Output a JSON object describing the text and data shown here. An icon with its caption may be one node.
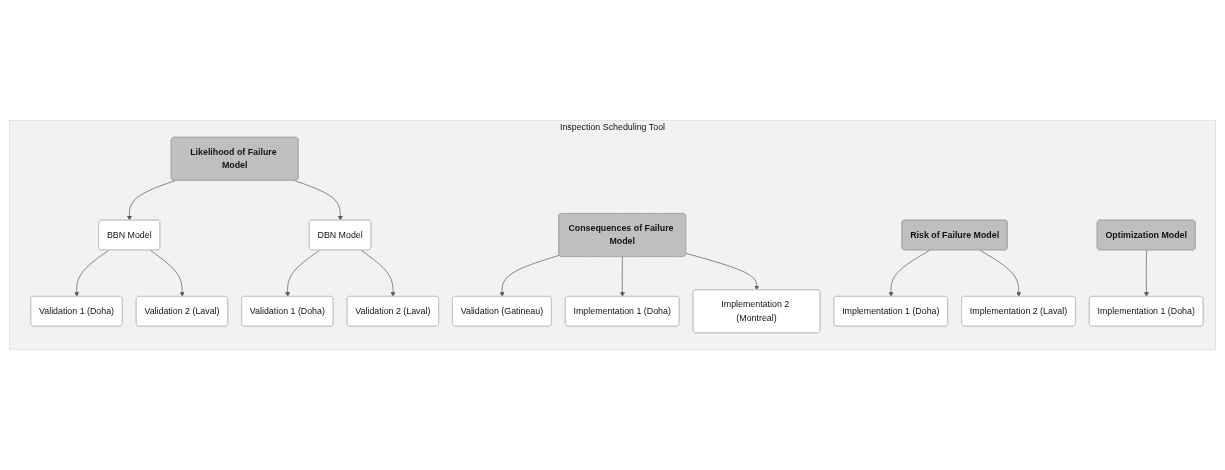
{
  "diagram": {
    "nodes": [
      {
        "text": [
          "Inspection Scheduling Tool"
        ]
      },
      {
        "text": [
          "Likelihood of Failure Model"
        ],
        "in": 0
      },
      {
        "text": [
          "BBN Model"
        ],
        "in": 0
      },
      {
        "text": [
          "Validation 1 (Doha)"
        ],
        "in": 0
      },
      {
        "text": [
          "Validation 2 (Laval)"
        ],
        "in": 0
      },
      {
        "text": [
          "DBN Model"
        ],
        "in": 0
      },
      {
        "text": [
          "Validation 1 (Doha)"
        ],
        "in": 0
      },
      {
        "text": [
          "Validation 2 (Laval)"
        ],
        "in": 0
      },
      {
        "text": [
          "Consequences of Failure Model"
        ],
        "in": 0
      },
      {
        "text": [
          "Validation (Gatineau)"
        ],
        "in": 0
      },
      {
        "text": [
          "Implementation 1 (Doha)"
        ],
        "in": 0
      },
      {
        "text": [
          "Implementation 2 (Montreal)"
        ],
        "in": 0
      },
      {
        "text": [
          "Risk of Failure Model"
        ],
        "in": 0
      },
      {
        "text": [
          "Implementation 1 (Doha)"
        ],
        "in": 0
      },
      {
        "text": [
          "Implementation 2 (Laval)"
        ],
        "in": 0
      },
      {
        "text": [
          "Optimization Model"
        ],
        "in": 0
      },
      {
        "text": [
          "Implementation 1 (Doha)"
        ],
        "in": 0
      }
    ],
    "edges": [
      {
        "from": 1,
        "to": 2,
        "arrow": "to"
      },
      {
        "from": 1,
        "to": 5,
        "arrow": "to"
      },
      {
        "from": 2,
        "to": 3,
        "arrow": "to"
      },
      {
        "from": 2,
        "to": 4,
        "arrow": "to"
      },
      {
        "from": 5,
        "to": 6,
        "arrow": "to"
      },
      {
        "from": 5,
        "to": 7,
        "arrow": "to"
      },
      {
        "from": 8,
        "to": 9,
        "arrow": "to"
      },
      {
        "from": 8,
        "to": 10,
        "arrow": "to"
      },
      {
        "from": 8,
        "to": 11,
        "arrow": "to"
      },
      {
        "from": 12,
        "to": 13,
        "arrow": "to"
      },
      {
        "from": 12,
        "to": 14,
        "arrow": "to"
      },
      {
        "from": 15,
        "to": 16,
        "arrow": "to"
      }
    ]
  }
}
